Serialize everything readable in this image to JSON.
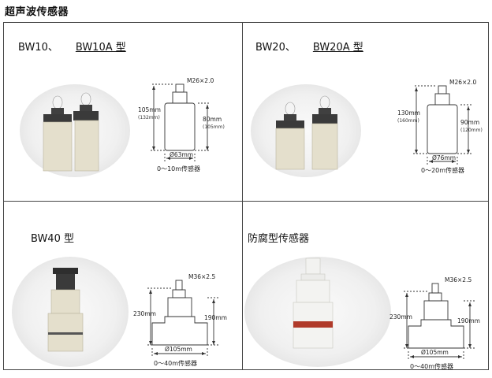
{
  "page_title": "超声波传感器",
  "panels": [
    {
      "title_a": "BW10、",
      "title_b": "BW10A 型",
      "thread": "M26×2.0",
      "height_outer": "105mm",
      "height_outer_alt": "(132mm)",
      "height_inner": "80mm",
      "height_inner_alt": "(105mm)",
      "diameter": "Ø63mm",
      "range": "0～10m传感器"
    },
    {
      "title_a": "BW20、",
      "title_b": "BW20A 型",
      "thread": "M26×2.0",
      "height_outer": "130mm",
      "height_outer_alt": "(160mm)",
      "height_inner": "90mm",
      "height_inner_alt": "(120mm)",
      "diameter": "Ø76mm",
      "range": "0～20m传感器"
    },
    {
      "title_a": "BW40 型",
      "thread": "M36×2.5",
      "height_outer": "230mm",
      "height_inner": "190mm",
      "diameter": "Ø105mm",
      "range": "0～40m传感器"
    },
    {
      "title_a": "防腐型传感器",
      "thread": "M36×2.5",
      "height_outer": "230mm",
      "height_inner": "190mm",
      "diameter": "Ø105mm",
      "range": "0～40m传感器"
    }
  ],
  "colors": {
    "frame": "#444444",
    "sensor_body": "#e4dfcc",
    "sensor_cap_dark": "#3f3f3f",
    "sensor_band_red": "#b03a2a"
  }
}
